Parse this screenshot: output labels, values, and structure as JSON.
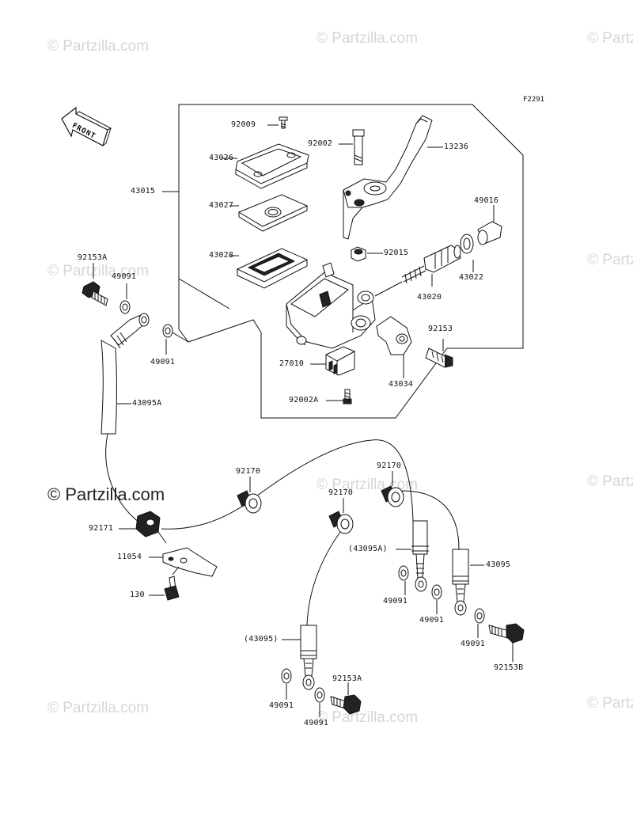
{
  "figure_code": "F2291",
  "front_label": "FRONT",
  "watermark": "© Partzilla.com",
  "main_watermark": "© Partzilla.com",
  "labels": {
    "p92009": "92009",
    "p43026": "43026",
    "p43027": "43027",
    "p43028": "43028",
    "p43015": "43015",
    "p92002": "92002",
    "p13236": "13236",
    "p49016": "49016",
    "p92015": "92015",
    "p43022": "43022",
    "p43020": "43020",
    "p92153": "92153",
    "p43034": "43034",
    "p27010": "27010",
    "p92002A": "92002A",
    "p92153A_top": "92153A",
    "p49091_a": "49091",
    "p49091_b": "49091",
    "p43095A": "43095A",
    "p92170_a": "92170",
    "p92170_b": "92170",
    "p92170_c": "92170",
    "p92171": "92171",
    "p11054": "11054",
    "p130": "130",
    "p43095A_paren": "(43095A)",
    "p43095": "43095",
    "p49091_c": "49091",
    "p49091_d": "49091",
    "p49091_e": "49091",
    "p92153B": "92153B",
    "p43095_paren": "(43095)",
    "p92153A_bottom": "92153A",
    "p49091_f": "49091",
    "p49091_g": "49091"
  }
}
